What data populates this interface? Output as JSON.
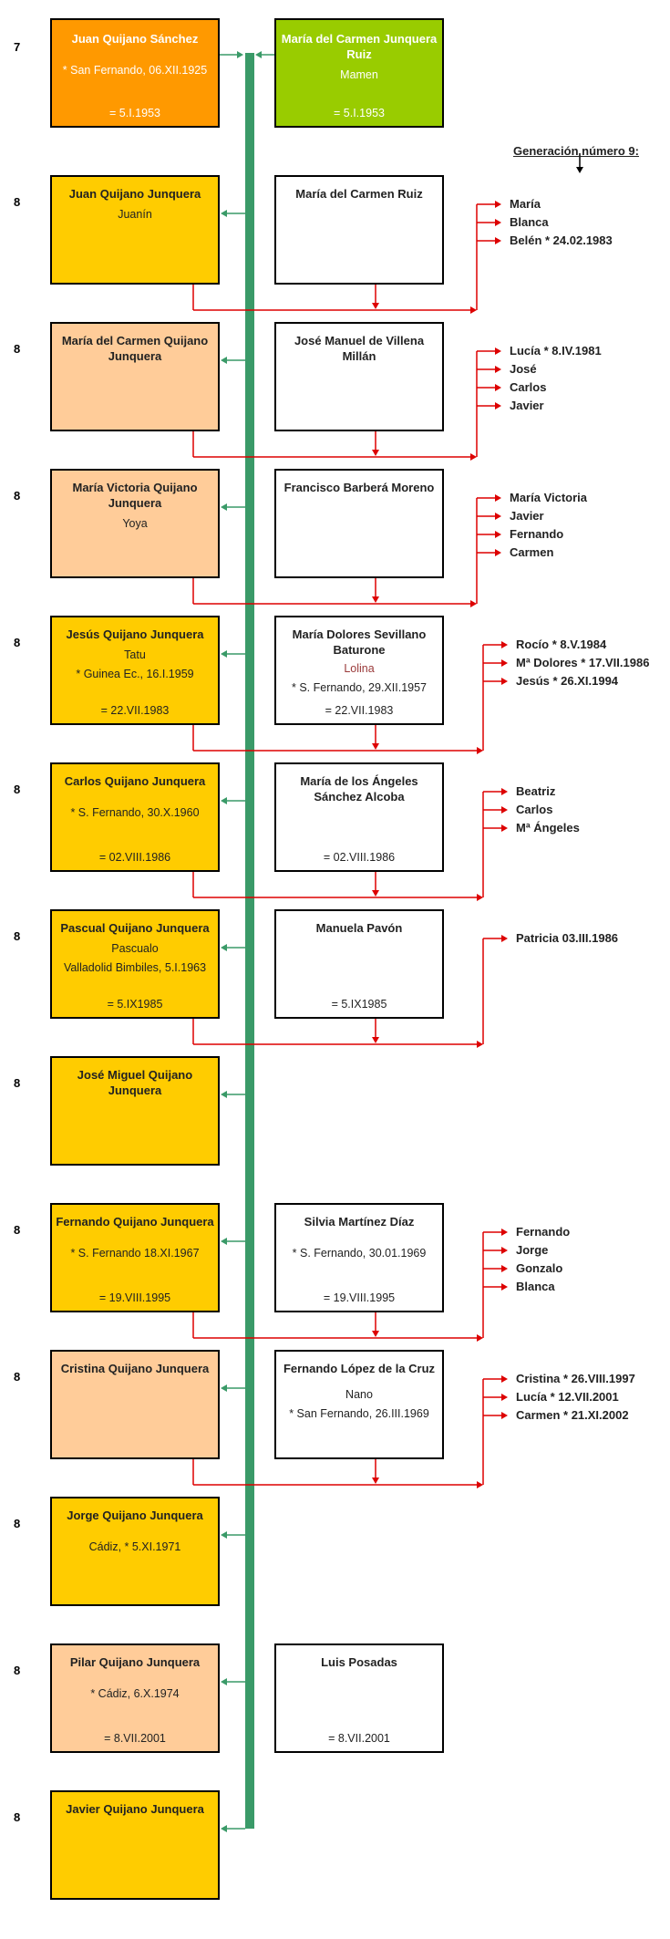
{
  "heading": "Generación número 9:",
  "colors": {
    "orange": "#FF9900",
    "green": "#99CC00",
    "gold": "#FFCC00",
    "peach": "#FFCC99",
    "white": "#FFFFFF",
    "trunk": "#3A9A68",
    "red": "#DD0000"
  },
  "parents": {
    "generation": "7",
    "husband": {
      "name": "Juan Quijano Sánchez",
      "nickname": "",
      "birth": "* San Fernando, 06.XII.1925",
      "marriage": "= 5.I.1953"
    },
    "wife": {
      "name": "María del Carmen Junquera Ruiz",
      "nickname": "Mamen",
      "birth": "",
      "marriage": "= 5.I.1953"
    }
  },
  "families": [
    {
      "generation": "8",
      "color": "gold",
      "child": {
        "name": "Juan Quijano Junquera",
        "nickname": "Juanín",
        "birth": "",
        "marriage": ""
      },
      "spouse": {
        "name": "María del Carmen Ruiz",
        "nickname": "",
        "birth": "",
        "marriage": ""
      },
      "grandchildren": [
        "María",
        "Blanca",
        "Belén * 24.02.1983"
      ]
    },
    {
      "generation": "8",
      "color": "peach",
      "child": {
        "name": "María del Carmen Quijano Junquera",
        "nickname": "",
        "birth": "",
        "marriage": ""
      },
      "spouse": {
        "name": "José Manuel de Villena Millán",
        "nickname": "",
        "birth": "",
        "marriage": ""
      },
      "grandchildren": [
        "Lucía * 8.IV.1981",
        "José",
        "Carlos",
        "Javier"
      ]
    },
    {
      "generation": "8",
      "color": "peach",
      "child": {
        "name": "María Victoria Quijano Junquera",
        "nickname": "Yoya",
        "birth": "",
        "marriage": ""
      },
      "spouse": {
        "name": "Francisco Barberá Moreno",
        "nickname": "",
        "birth": "",
        "marriage": ""
      },
      "grandchildren": [
        "María Victoria",
        "Javier",
        "Fernando",
        "Carmen"
      ]
    },
    {
      "generation": "8",
      "color": "gold",
      "child": {
        "name": "Jesús Quijano Junquera",
        "nickname": "Tatu",
        "birth": "* Guinea Ec., 16.I.1959",
        "marriage": "= 22.VII.1983"
      },
      "spouse": {
        "name": "María Dolores Sevillano Baturone",
        "nickname": "Lolina",
        "birth": "* S. Fernando, 29.XII.1957",
        "marriage": "= 22.VII.1983"
      },
      "grandchildren": [
        "Rocío * 8.V.1984",
        "Mª Dolores * 17.VII.1986",
        "Jesús * 26.XI.1994"
      ]
    },
    {
      "generation": "8",
      "color": "gold",
      "child": {
        "name": "Carlos Quijano Junquera",
        "nickname": "",
        "birth": "* S. Fernando, 30.X.1960",
        "marriage": "= 02.VIII.1986"
      },
      "spouse": {
        "name": "María de los Ángeles Sánchez Alcoba",
        "nickname": "",
        "birth": "",
        "marriage": "= 02.VIII.1986"
      },
      "grandchildren": [
        "Beatriz",
        "Carlos",
        "Mª Ángeles"
      ]
    },
    {
      "generation": "8",
      "color": "gold",
      "child": {
        "name": "Pascual Quijano Junquera",
        "nickname": "Pascualo",
        "birth": "Valladolid Bimbiles, 5.I.1963",
        "marriage": "= 5.IX1985"
      },
      "spouse": {
        "name": "Manuela Pavón",
        "nickname": "",
        "birth": "",
        "marriage": "= 5.IX1985"
      },
      "grandchildren": [
        "Patricia 03.III.1986"
      ]
    },
    {
      "generation": "8",
      "color": "gold",
      "child": {
        "name": "José Miguel Quijano Junquera",
        "nickname": "",
        "birth": "",
        "marriage": ""
      },
      "spouse": null,
      "grandchildren": []
    },
    {
      "generation": "8",
      "color": "gold",
      "child": {
        "name": "Fernando Quijano Junquera",
        "nickname": "",
        "birth": "* S. Fernando 18.XI.1967",
        "marriage": "= 19.VIII.1995"
      },
      "spouse": {
        "name": "Silvia Martínez Díaz",
        "nickname": "",
        "birth": "* S. Fernando, 30.01.1969",
        "marriage": "= 19.VIII.1995"
      },
      "grandchildren": [
        "Fernando",
        "Jorge",
        "Gonzalo",
        "Blanca"
      ]
    },
    {
      "generation": "8",
      "color": "peach",
      "child": {
        "name": "Cristina Quijano Junquera",
        "nickname": "",
        "birth": "",
        "marriage": ""
      },
      "spouse": {
        "name": "Fernando López de la Cruz",
        "nickname": "Nano",
        "birth": "* San Fernando, 26.III.1969",
        "marriage": ""
      },
      "grandchildren": [
        "Cristina * 26.VIII.1997",
        "Lucía * 12.VII.2001",
        "Carmen * 21.XI.2002"
      ]
    },
    {
      "generation": "8",
      "color": "gold",
      "child": {
        "name": "Jorge Quijano Junquera",
        "nickname": "",
        "birth": "Cádiz, * 5.XI.1971",
        "marriage": ""
      },
      "spouse": null,
      "grandchildren": []
    },
    {
      "generation": "8",
      "color": "peach",
      "child": {
        "name": "Pilar Quijano Junquera",
        "nickname": "",
        "birth": "* Cádiz, 6.X.1974",
        "marriage": "= 8.VII.2001"
      },
      "spouse": {
        "name": "Luis Posadas",
        "nickname": "",
        "birth": "",
        "marriage": "= 8.VII.2001"
      },
      "grandchildren": []
    },
    {
      "generation": "8",
      "color": "gold",
      "child": {
        "name": "Javier Quijano Junquera",
        "nickname": "",
        "birth": "",
        "marriage": ""
      },
      "spouse": null,
      "grandchildren": []
    }
  ]
}
